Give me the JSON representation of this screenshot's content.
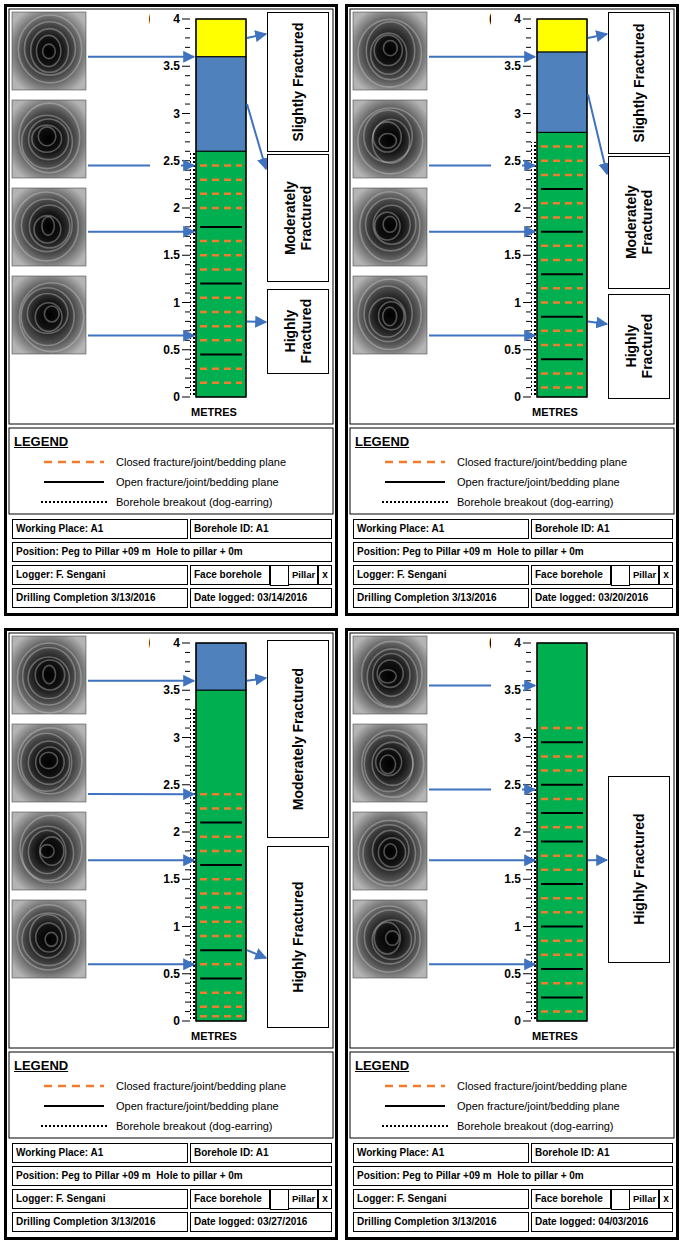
{
  "diagram": {
    "nodes": [
      {
        "text": [
          "Slightly Fractured"
        ]
      },
      {
        "text": [
          "Moderately Fractured"
        ]
      },
      {
        "text": [
          "Highly Fractured"
        ]
      },
      {
        "text": [
          "Slightly Fractured"
        ]
      },
      {
        "text": [
          "Moderately Fractured"
        ]
      },
      {
        "text": [
          "Highly Fractured"
        ]
      },
      {
        "text": [
          "Moderately Fractured"
        ]
      },
      {
        "text": [
          "Highly Fractured"
        ]
      },
      {
        "text": [
          "Highly Fractured"
        ]
      }
    ],
    "labels": [
      "(a)",
      "4",
      "3.5",
      "3",
      "2.5",
      "2",
      "1.5",
      "1",
      "0.5",
      "0",
      "METRES",
      "LEGEND",
      "Working Place: A1",
      "Borehole ID: A1",
      "Position: Peg to Pillar +09 m  Hole to pillar + 0m",
      "Logger: F. Sengani",
      "Face borehole",
      "Pillar",
      "x",
      "Drilling Completion 3/13/2016",
      "Date logged: 03/14/2016",
      "(b)",
      "4",
      "3.5",
      "3",
      "2.5",
      "2",
      "1.5",
      "1",
      "0.5",
      "0",
      "METRES",
      "LEGEND",
      "Working Place: A1",
      "Borehole ID: A1",
      "Position: Peg to Pillar +09 m  Hole to pillar + 0m",
      "Logger: F. Sengani",
      "Face borehole",
      "Pillar",
      "x",
      "Drilling Completion 3/13/2016",
      "Date logged: 03/20/2016",
      "(c)",
      "4",
      "3.5",
      "3",
      "2.5",
      "2",
      "1.5",
      "1",
      "0.5",
      "0",
      "METRES",
      "LEGEND",
      "Working Place: A1",
      "Borehole ID: A1",
      "Position: Peg to Pillar +09 m  Hole to pillar + 0m",
      "Logger: F. Sengani",
      "Face borehole",
      "Pillar",
      "x",
      "Drilling Completion 3/13/2016",
      "Date logged: 03/27/2016",
      "(d)",
      "4",
      "3.5",
      "3",
      "2.5",
      "2",
      "1.5",
      "1",
      "0.5",
      "0",
      "METRES",
      "LEGEND",
      "Working Place: A1",
      "Borehole ID: A1",
      "Position: Peg to Pillar +09 m  Hole to pillar + 0m",
      "Logger: F. Sengani",
      "Face borehole",
      "Pillar",
      "x",
      "Drilling Completion 3/13/2016",
      "Date logged: 04/03/2016"
    ],
    "legend": [
      {
        "text": "Closed fracture/joint/bedding plane"
      },
      {
        "text": "Open fracture/joint/bedding plane"
      },
      {
        "text": "Borehole breakout (dog-earring)"
      },
      {
        "text": "Closed fracture/joint/bedding plane"
      },
      {
        "text": "Open fracture/joint/bedding plane"
      },
      {
        "text": "Borehole breakout (dog-earring)"
      },
      {
        "text": "Closed fracture/joint/bedding plane"
      },
      {
        "text": "Open fracture/joint/bedding plane"
      },
      {
        "text": "Borehole breakout (dog-earring)"
      },
      {
        "text": "Closed fracture/joint/bedding plane"
      },
      {
        "text": "Open fracture/joint/bedding plane"
      },
      {
        "text": "Borehole breakout (dog-earring)"
      }
    ]
  }
}
